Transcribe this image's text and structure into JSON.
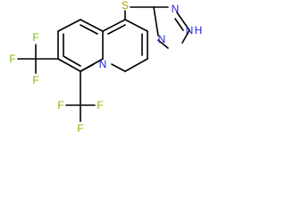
{
  "molecule": {
    "atoms": {
      "f1": "F",
      "f2": "F",
      "f3": "F",
      "f4": "F",
      "f5": "F",
      "f6": "F",
      "n_quinoline": "N",
      "s": "S",
      "n_triazole_upper": "N",
      "n_triazole_lower": "N",
      "nh_triazole": "N",
      "h_triazole": "H"
    }
  },
  "colors": {
    "bond": "#000000",
    "fluorine": "#7fb800",
    "nitrogen": "#2020e0",
    "sulfur": "#b3a000"
  }
}
